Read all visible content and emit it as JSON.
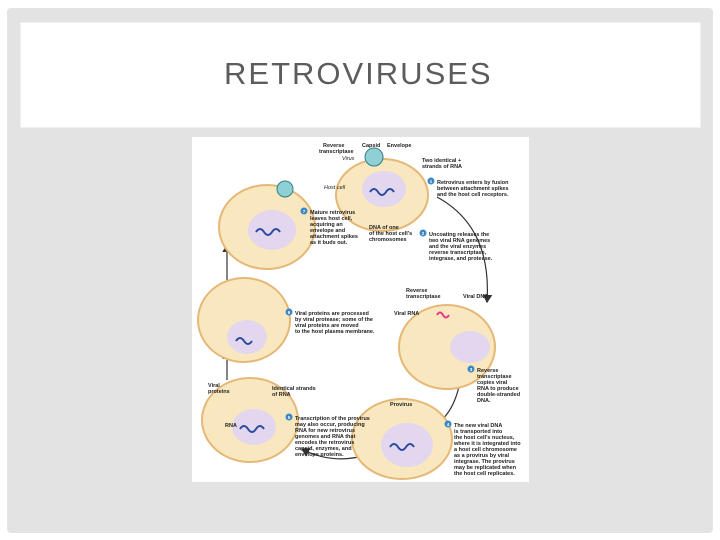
{
  "slide": {
    "title": "RETROVIRUSES"
  },
  "colors": {
    "frame_bg": "#e3e3e3",
    "cell_fill": "#f9e7bf",
    "cell_border": "#e5b877",
    "nucleus_fill": "#e2d7ee",
    "step_circle": "#3a87c8",
    "virus_fill": "#8fd0d4",
    "rna_pink": "#e23c8a",
    "dna_blue": "#2b4a9e"
  },
  "diagram": {
    "top_labels": {
      "reverse_transcriptase_l1": "Reverse",
      "reverse_transcriptase_l2": "transcriptase",
      "capsid": "Capsid",
      "envelope": "Envelope",
      "virus": "Virus",
      "two_identical_l1": "Two identical +",
      "two_identical_l2": "strands of RNA",
      "host_cell": "Host cell",
      "dna_host_l1": "DNA of one",
      "dna_host_l2": "of the host cell's",
      "dna_host_l3": "chromosomes"
    },
    "mid_labels": {
      "reverse_transcriptase_l1": "Reverse",
      "reverse_transcriptase_l2": "transcriptase",
      "viral_dna": "Viral DNA",
      "viral_rna": "Viral RNA",
      "provirus": "Provirus",
      "viral_proteins_l1": "Viral",
      "viral_proteins_l2": "proteins",
      "identical_strands_l1": "Identical strands",
      "identical_strands_l2": "of RNA",
      "rna": "RNA"
    },
    "steps": [
      {
        "number": "1",
        "lines": [
          "Retrovirus enters by fusion",
          "between attachment spikes",
          "and the host cell receptors."
        ]
      },
      {
        "number": "2",
        "lines": [
          "Uncoating releases the",
          "two viral RNA genomes",
          "and the viral enzymes",
          "reverse transcriptase,",
          "integrase, and protease."
        ]
      },
      {
        "number": "3",
        "lines": [
          "Reverse",
          "transcriptase",
          "copies viral",
          "RNA to produce",
          "double-stranded",
          "DNA."
        ]
      },
      {
        "number": "4",
        "lines": [
          "The new viral DNA",
          "is transported into",
          "the host cell's nucleus,",
          "where it is integrated into",
          "a host cell chromosome",
          "as a provirus by viral",
          "integrase. The provirus",
          "may be replicated when",
          "the host cell replicates."
        ]
      },
      {
        "number": "5",
        "lines": [
          "Transcription of the provirus",
          "may also occur, producing",
          "RNA for new retrovirus",
          "genomes and RNA that",
          "encodes the retrovirus",
          "capsid, enzymes, and",
          "envelope proteins."
        ]
      },
      {
        "number": "6",
        "lines": [
          "Viral proteins are processed",
          "by viral protease; some of the",
          "viral proteins are moved",
          "to the host plasma membrane."
        ]
      },
      {
        "number": "7",
        "lines": [
          "Mature retrovirus",
          "leaves host cell,",
          "acquiring an",
          "envelope and",
          "attachment spikes",
          "as it buds out."
        ]
      }
    ]
  }
}
